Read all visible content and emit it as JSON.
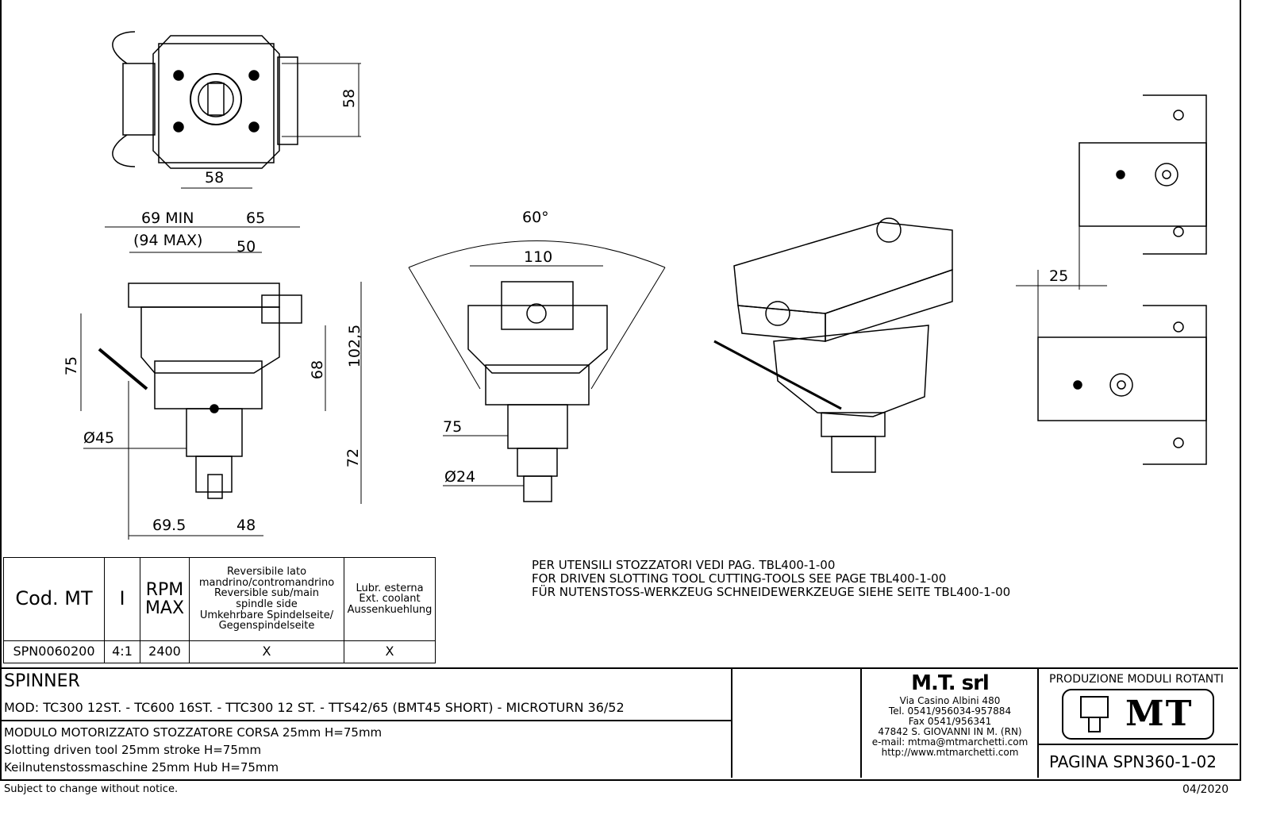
{
  "dimensions": {
    "top_view_width": "58",
    "top_view_height": "58",
    "min_length": "69 MIN",
    "max_length": "(94 MAX)",
    "dim_65": "65",
    "dim_50": "50",
    "dim_75_left": "75",
    "dim_68": "68",
    "dim_102_5": "102,5",
    "dim_72": "72",
    "dia_45": "Ø45",
    "dim_69_5": "69.5",
    "dim_48": "48",
    "angle": "60°",
    "dim_110": "110",
    "dim_75_front": "75",
    "dia_24": "Ø24",
    "stroke_25": "25"
  },
  "spec_table": {
    "headers": {
      "code": "Cod. MT",
      "ratio": "I",
      "rpm": "RPM MAX",
      "reversible": [
        "Reversibile lato",
        "mandrino/contromandrino",
        "Reversible sub/main",
        "spindle side",
        "Umkehrbare Spindelseite/",
        "Gegenspindelseite"
      ],
      "coolant": [
        "Lubr. esterna",
        "Ext. coolant",
        "Aussenkuehlung"
      ]
    },
    "rows": [
      {
        "code": "SPN0060200",
        "ratio": "4:1",
        "rpm": "2400",
        "reversible": "X",
        "coolant": "X"
      }
    ]
  },
  "notes": [
    "PER UTENSILI STOZZATORI VEDI PAG. TBL400-1-00",
    "FOR DRIVEN SLOTTING TOOL CUTTING-TOOLS SEE PAGE TBL400-1-00",
    "FÜR NUTENSTOSS-WERKZEUG SCHNEIDEWERKZEUGE SIEHE SEITE TBL400-1-00"
  ],
  "title_block": {
    "product": "SPINNER",
    "models": "MOD: TC300 12ST. - TC600 16ST. - TTC300 12 ST. - TTS42/65 (BMT45 SHORT) - MICROTURN 36/52",
    "description": [
      "MODULO MOTORIZZATO STOZZATORE CORSA 25mm H=75mm",
      "Slotting driven tool 25mm stroke H=75mm",
      "Keilnutenstossmaschine 25mm Hub H=75mm"
    ],
    "company": {
      "name": "M.T. srl",
      "address": "Via Casino Albini 480",
      "tel": "Tel. 0541/956034-957884",
      "fax": "Fax 0541/956341",
      "city": "47842 S. GIOVANNI IN M. (RN)",
      "email": "e-mail: mtma@mtmarchetti.com",
      "web": "http://www.mtmarchetti.com"
    },
    "division": "PRODUZIONE MODULI ROTANTI",
    "logo_text": "MT",
    "page": "PAGINA SPN360-1-02"
  },
  "footer": {
    "disclaimer": "Subject to change without notice.",
    "date": "04/2020"
  }
}
